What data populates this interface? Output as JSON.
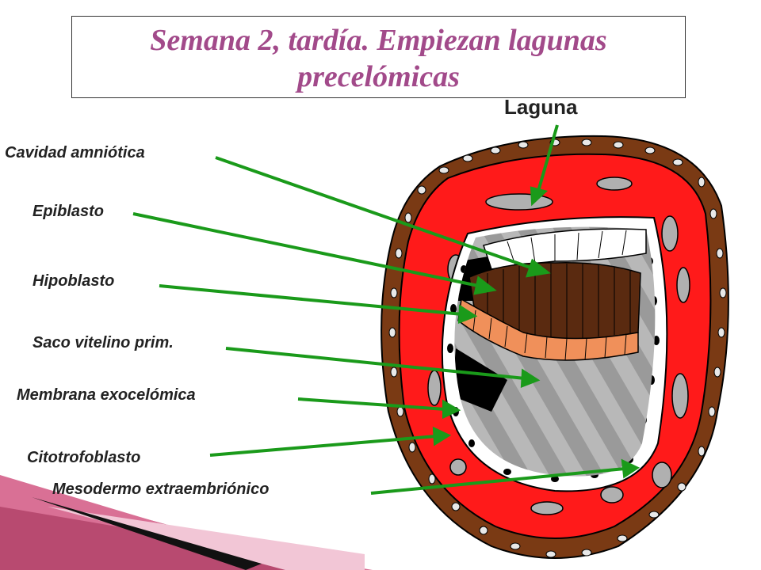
{
  "title": {
    "line1": "Semana 2, tardía. Empiezan lagunas",
    "line2": "precelómicas"
  },
  "top_label": "Laguna",
  "labels": {
    "cavidad": "Cavidad amniótica",
    "epiblasto": "Epiblasto",
    "hipoblasto": "Hipoblasto",
    "saco": "Saco vitelino prim.",
    "membrana": "Membrana exocelómica",
    "citotrofoblasto": "Citotrofoblasto",
    "mesodermo": "Mesodermo extraembriónico"
  },
  "colors": {
    "title": "#a24a8a",
    "arrow": "#1a9a1a",
    "trophoblast": "#7a3a14",
    "syncytium": "#ff1a1a",
    "epiblast": "#5a2a10",
    "hypoblast": "#f0905a"
  }
}
